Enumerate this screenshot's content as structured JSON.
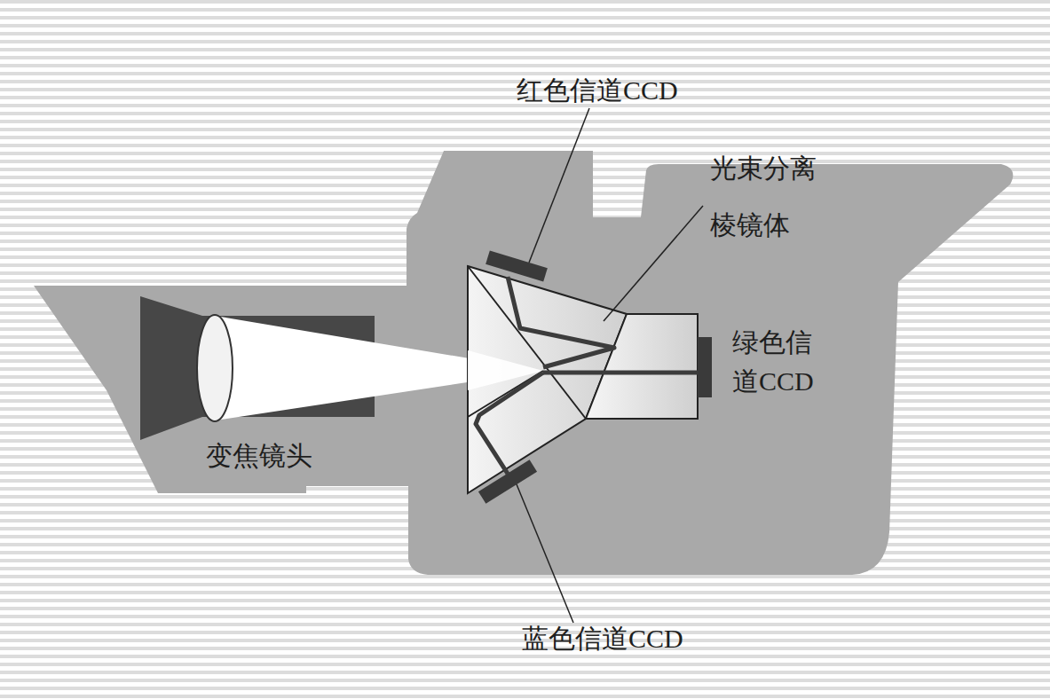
{
  "diagram": {
    "labels": [
      "红色信道CCD",
      "光束分离 棱镜体",
      "绿色信 道CCD",
      "变焦镜头",
      "蓝色信道CCD"
    ]
  }
}
